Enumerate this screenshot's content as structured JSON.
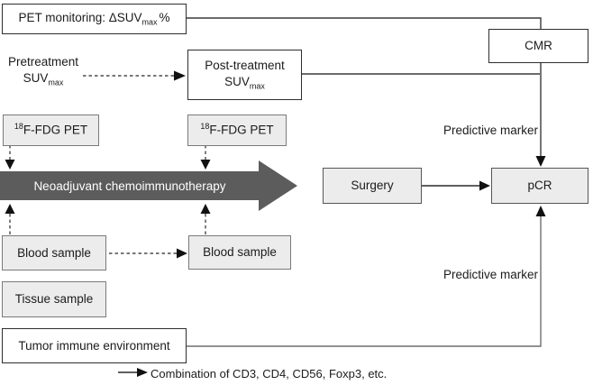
{
  "diagram": {
    "pet_monitoring": {
      "prefix": "PET monitoring: ΔSUV",
      "sub": "max",
      "suffix": "%"
    },
    "cmr": {
      "label": "CMR"
    },
    "pretreatment": {
      "line1": "Pretreatment",
      "line2_main": "SUV",
      "line2_sub": "max"
    },
    "post_treatment": {
      "line1": "Post-treatment",
      "line2_main": "SUV",
      "line2_sub": "max"
    },
    "fdg_pet_left": {
      "sup": "18",
      "label": "F-FDG PET"
    },
    "fdg_pet_right": {
      "sup": "18",
      "label": "F-FDG PET"
    },
    "main_arrow": {
      "label": "Neoadjuvant chemoimmunotherapy"
    },
    "surgery": {
      "label": "Surgery"
    },
    "pcr": {
      "label": "pCR"
    },
    "predictive_marker_top": "Predictive marker",
    "predictive_marker_bottom": "Predictive marker",
    "blood_sample_left": {
      "label": "Blood sample"
    },
    "blood_sample_right": {
      "label": "Blood sample"
    },
    "tissue_sample": {
      "label": "Tissue sample"
    },
    "tumor_immune_environment": {
      "label": "Tumor immune environment"
    },
    "legend": {
      "label": "Combination of CD3, CD4, CD56, Foxp3, etc."
    }
  },
  "colors": {
    "main_arrow_fill": "#5c5c5c",
    "gray_box_fill": "#ececec",
    "gray_box_border": "#7a7a7a",
    "white_box_border": "#2e2e2e",
    "connector_dark": "#3a3a3a",
    "connector_light": "#6f6f6f",
    "arrowhead": "#111111",
    "background": "#ffffff"
  }
}
